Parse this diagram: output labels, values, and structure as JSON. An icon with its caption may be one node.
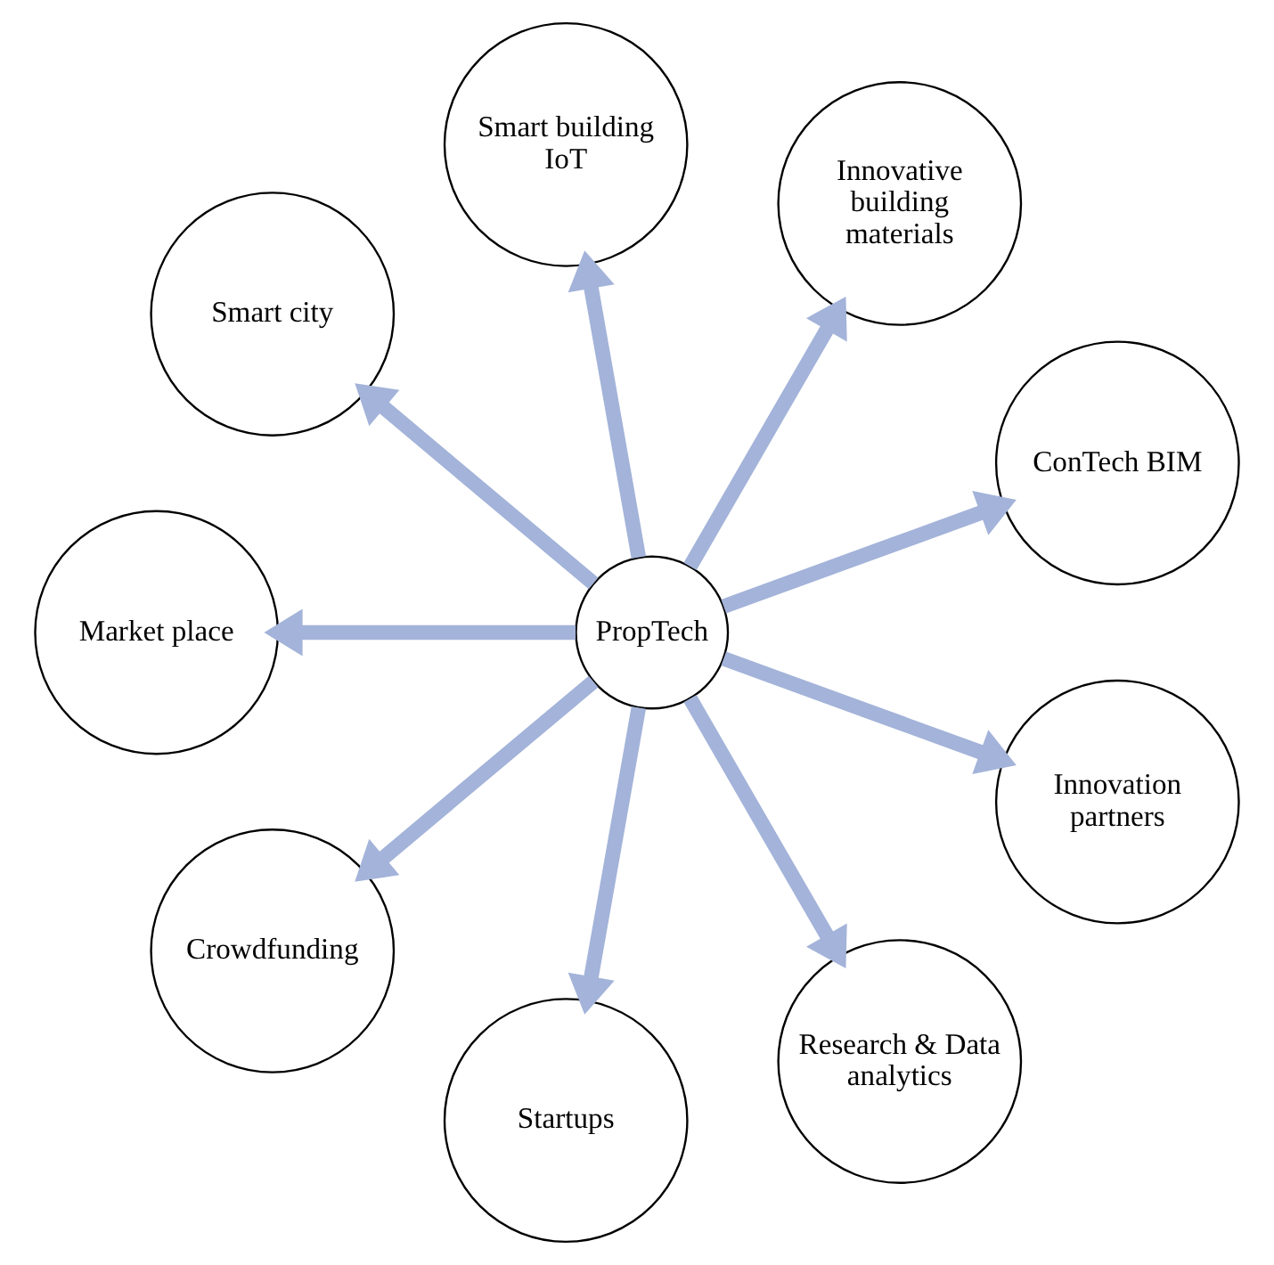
{
  "diagram": {
    "nodes": [
      {
        "text": [
          "PropTech"
        ]
      },
      {
        "text": [
          "ConTech BIM"
        ]
      },
      {
        "text": [
          "Innovative building materials"
        ]
      },
      {
        "text": [
          "Smart building IoT"
        ]
      },
      {
        "text": [
          "Smart city"
        ]
      },
      {
        "text": [
          "Market place"
        ]
      },
      {
        "text": [
          "Crowdfunding"
        ]
      },
      {
        "text": [
          "Startups"
        ]
      },
      {
        "text": [
          "Research & Data analytics"
        ]
      },
      {
        "text": [
          "Innovation partners"
        ]
      }
    ],
    "edges": [
      {
        "from": 0,
        "to": 1,
        "arrow": "to"
      },
      {
        "from": 0,
        "to": 2,
        "arrow": "to"
      },
      {
        "from": 0,
        "to": 3,
        "arrow": "to"
      },
      {
        "from": 0,
        "to": 4,
        "arrow": "to"
      },
      {
        "from": 0,
        "to": 5,
        "arrow": "to"
      },
      {
        "from": 0,
        "to": 6,
        "arrow": "to"
      },
      {
        "from": 0,
        "to": 7,
        "arrow": "to"
      },
      {
        "from": 0,
        "to": 8,
        "arrow": "to"
      },
      {
        "from": 0,
        "to": 9,
        "arrow": "to"
      }
    ]
  }
}
